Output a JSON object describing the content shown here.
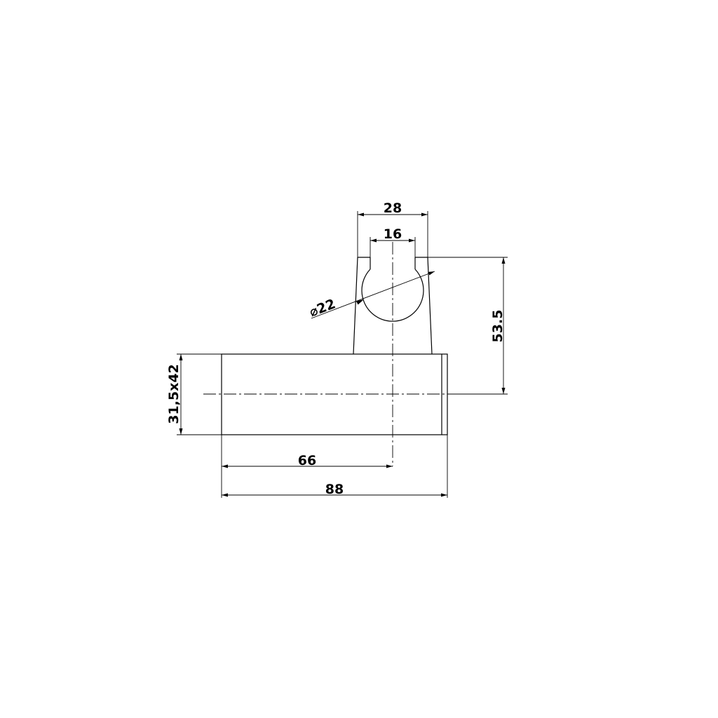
{
  "drawing": {
    "dimensions": {
      "top_width": "28",
      "slot_width": "16",
      "hole_diameter": "⌀22",
      "height": "53.5",
      "base_section": "31,5x42",
      "center_offset": "66",
      "overall_length": "88"
    },
    "colors": {
      "line": "#000000",
      "background": "#ffffff"
    }
  }
}
